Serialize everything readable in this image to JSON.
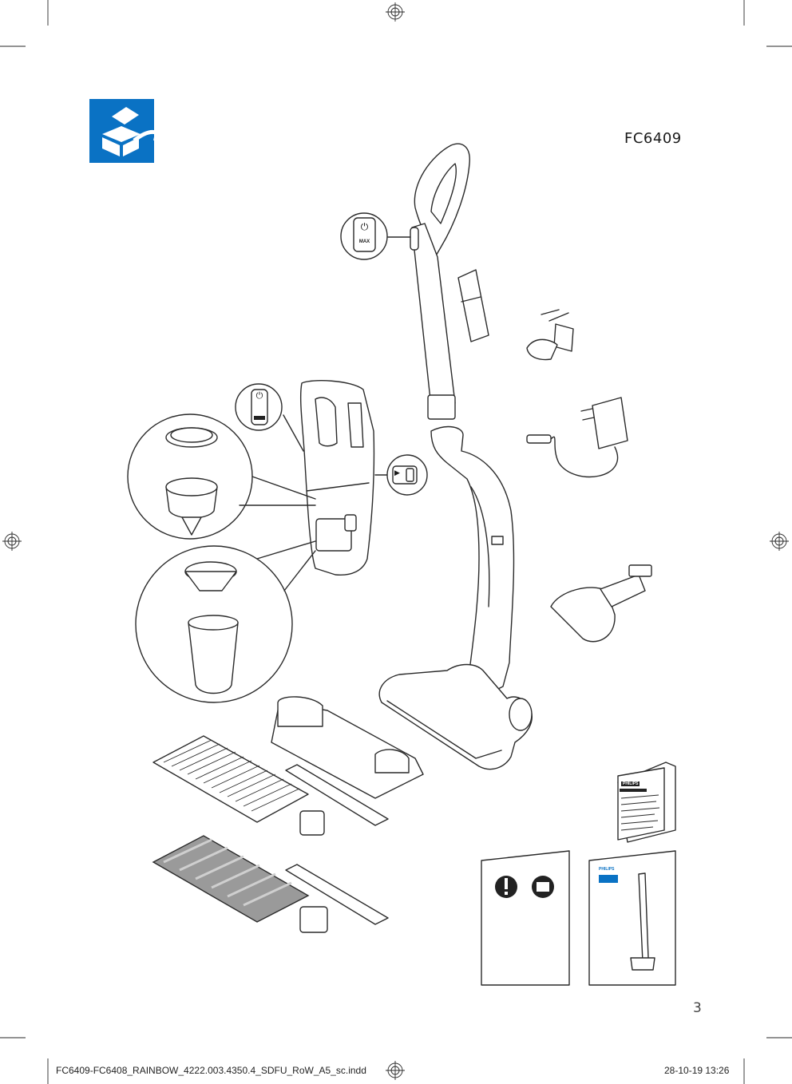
{
  "model_label": "FC6409",
  "page_number": "3",
  "footer": {
    "file_name": "FC6409-FC6408_RAINBOW_4222.003.4350.4_SDFU_RoW_A5_sc.indd",
    "date_time": "28-10-19   13:26"
  },
  "unboxing_icon": {
    "color": "#0a72c4",
    "icon": "unboxing-icon"
  },
  "callouts": {
    "handle_power": {
      "power_symbol": "⏻",
      "boost_label": "MAX"
    },
    "handheld_power": {
      "power_symbol": "⏻"
    },
    "release_button": {
      "arrow_symbol": "▶"
    }
  },
  "booklets": {
    "user_manual_brand": "PHILIPS",
    "quick_guide_brand": "PHILIPS"
  }
}
